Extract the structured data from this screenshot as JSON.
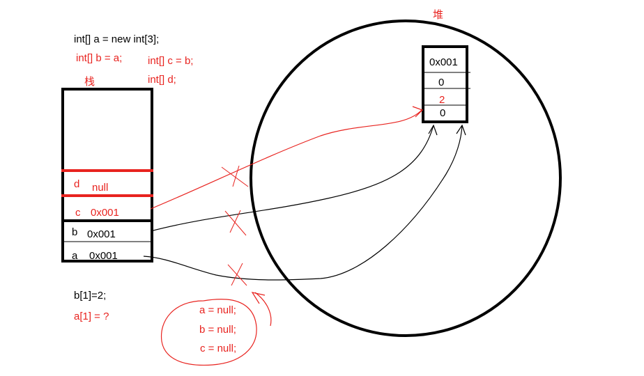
{
  "colors": {
    "ink": "#000000",
    "accent": "#e8231f"
  },
  "code": {
    "line1": "int[] a = new int[3];",
    "line2": "int[] b = a;",
    "line3": "int[] c = b;",
    "line4": "int[] d;",
    "line5": "b[1]=2;",
    "line6": "a[1] = ?"
  },
  "labels": {
    "stack": "栈",
    "heap": "堆"
  },
  "stack": {
    "vars": [
      {
        "name": "d",
        "value": "null"
      },
      {
        "name": "c",
        "value": "0x001"
      },
      {
        "name": "b",
        "value": "0x001"
      },
      {
        "name": "a",
        "value": "0x001"
      }
    ]
  },
  "heap": {
    "address": "0x001",
    "cells": [
      "0",
      "2",
      "0"
    ]
  },
  "notes": [
    "a = null;",
    "b = null;",
    "c = null;"
  ]
}
